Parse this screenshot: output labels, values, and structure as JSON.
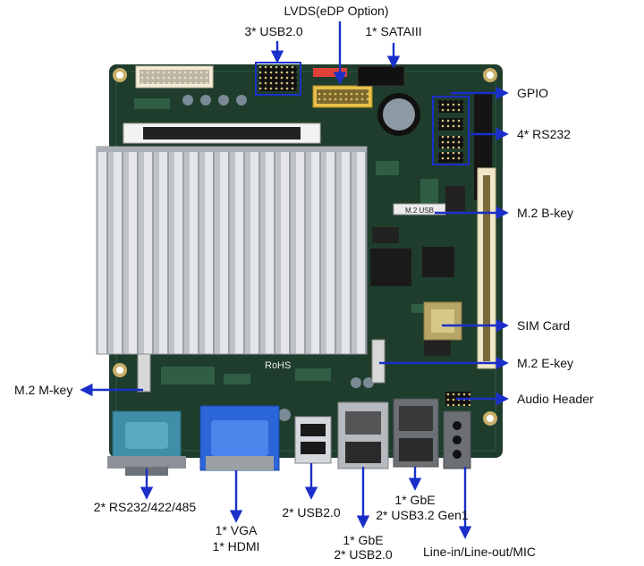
{
  "colors": {
    "arrow": "#1a2fc9",
    "board": "#1f3d2c",
    "heatsink": "#c9ccd1",
    "vga": "#2a66d8",
    "serial": "#3f8fa8"
  },
  "labels": {
    "lvds": "LVDS(eDP Option)",
    "usb_header": "3* USB2.0",
    "sata": "1* SATAIII",
    "gpio": "GPIO",
    "rs232": "4* RS232",
    "m2_bkey": "M.2 B-key",
    "sim": "SIM Card",
    "m2_ekey": "M.2 E-key",
    "audio": "Audio Header",
    "m2_mkey": "M.2 M-key",
    "serial_port": "2* RS232/422/485",
    "vga_line1": "1* VGA",
    "vga_line2": "1* HDMI",
    "usb_rear": "2* USB2.0",
    "gbe1_line1": "1* GbE",
    "gbe1_line2": "2* USB2.0",
    "gbe2_line1": "1* GbE",
    "gbe2_line2": "2* USB3.2 Gen1",
    "audio_jack": "Line-in/Line-out/MIC"
  },
  "board_marks": {
    "rohs": "RoHS",
    "m2_usb": "M.2 USB"
  },
  "icons": [
    "arrow-icon"
  ]
}
